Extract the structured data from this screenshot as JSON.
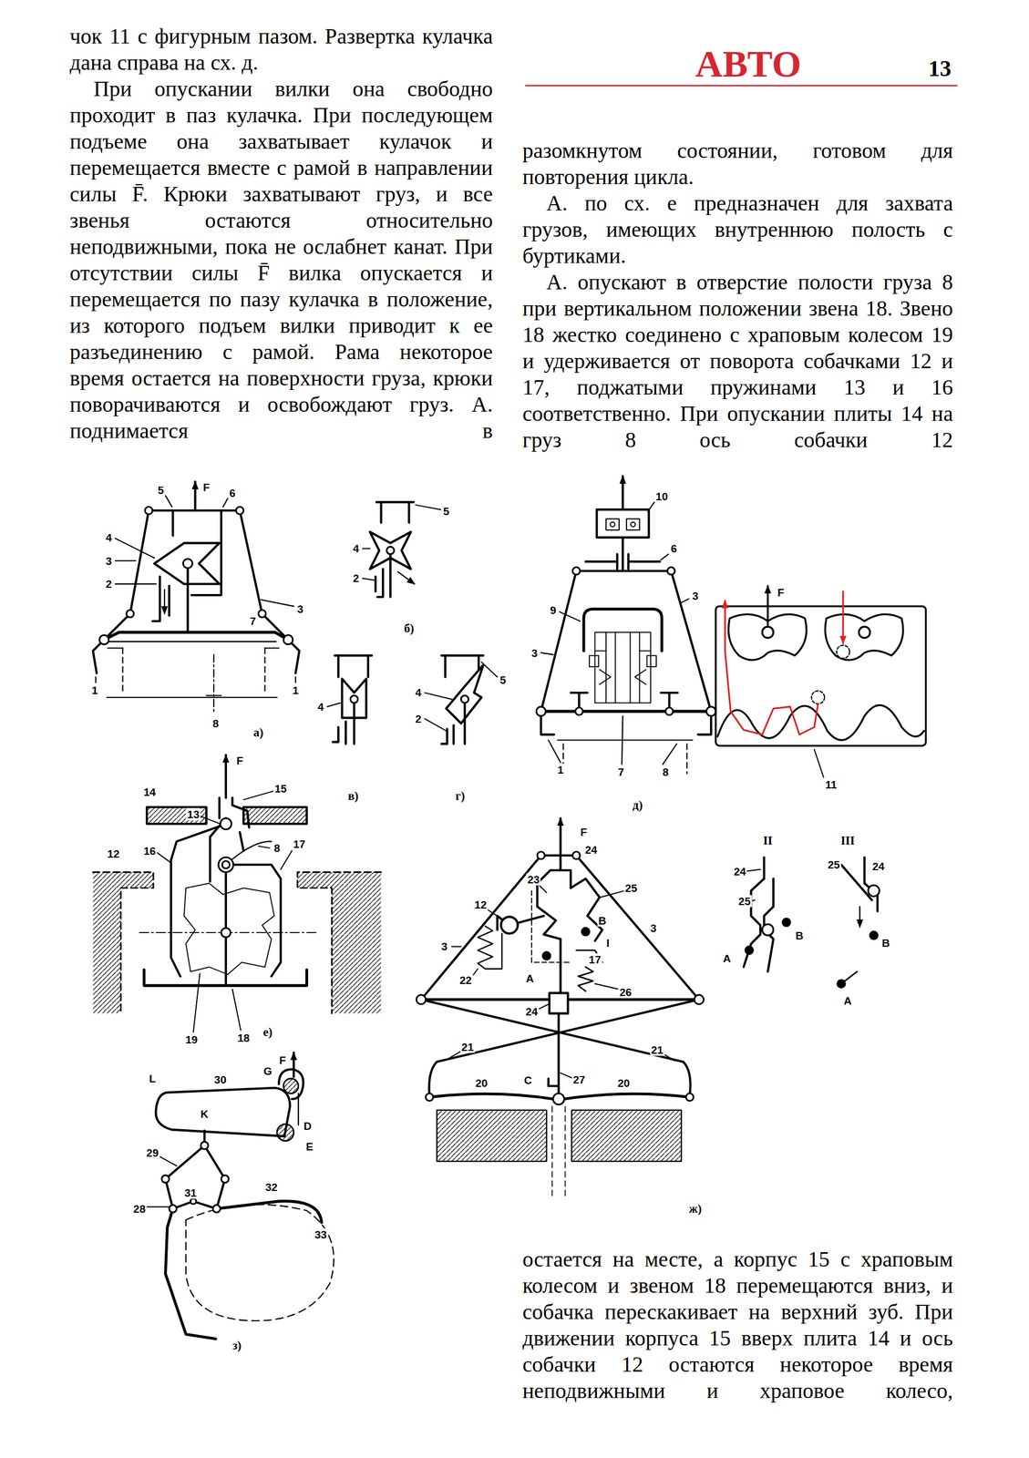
{
  "diagram": {
    "title": "АВТО",
    "labels": [
      "13",
      "чок 11 с фигурным пазом. Развертка кулачка дана справа на сх. д.",
      "При опускании вилки она свободно проходит в паз кулачка. При последующем подъеме она захватывает кулачок и перемещается вместе с рамой в направлении силы F̄. Крюки захватывают груз, и все звенья остаются относительно неподвижными, пока не ослабнет канат. При отсутствии силы F̄ вилка опускается и перемещается по пазу кулачка в положение, из которого подъем вилки приводит к ее разъединению с рамой. Рама некоторое время остается на поверхности груза, крюки поворачиваются и освобождают груз. А. поднимается в",
      "разомкнутом состоянии, готовом для повторения цикла.",
      "А. по сх. е предназначен для захвата грузов, имеющих внутреннюю полость с буртиками.",
      "А. опускают в отверстие полости груза 8 при вертикальном положении звена 18. Звено 18 жестко соединено с храповым колесом 19 и удерживается от поворота собачками 12 и 17, поджатыми пружинами 13 и 16 соответственно. При опускании плиты 14 на груз 8 ось собачки 12",
      "остается на месте, а корпус 15 с храповым колесом и звеном 18 перемещаются вниз, и собачка перескакивает на верхний зуб. При движении корпуса 15 вверх плита 14 и ось собачки 12 остаются некоторое время неподвижными и храповое колесо,",
      "5",
      "F",
      "6",
      "4",
      "3",
      "2",
      "3",
      "7",
      "1",
      "1",
      "8",
      "а)",
      "5",
      "4",
      "2",
      "б)",
      "4",
      "в)",
      "4",
      "5",
      "2",
      "г)",
      "10",
      "6",
      "9",
      "3",
      "3",
      "F",
      "1",
      "7",
      "8",
      "11",
      "д)",
      "F",
      "15",
      "14",
      "13",
      "8",
      "12",
      "16",
      "17",
      "19",
      "18",
      "е)",
      "F",
      "24",
      "23",
      "25",
      "12",
      "B",
      "3",
      "I",
      "3",
      "17",
      "A",
      "22",
      "26",
      "24",
      "21",
      "21",
      "C",
      "27",
      "20",
      "20",
      "ж)",
      "II",
      "III",
      "24",
      "25",
      "B",
      "A",
      "25",
      "24",
      "B",
      "A",
      "G",
      "F",
      "L",
      "30",
      "K",
      "D",
      "E",
      "29",
      "28",
      "31",
      "32",
      "33",
      "з)"
    ]
  }
}
